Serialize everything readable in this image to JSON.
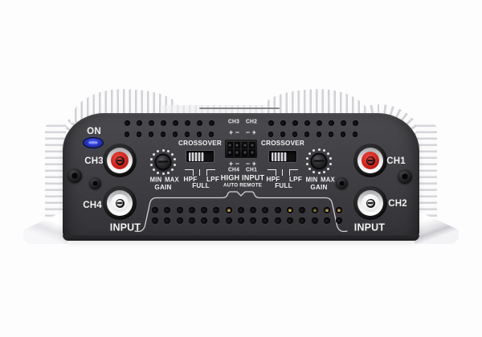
{
  "device": {
    "power_label": "ON",
    "left": {
      "rca_top_label": "CH3",
      "rca_bottom_label": "CH4",
      "input_label": "INPUT",
      "gain": {
        "min": "MIN",
        "max": "MAX",
        "label": "GAIN"
      },
      "crossover": {
        "title": "CROSSOVER",
        "hpf": "HPF",
        "full": "FULL",
        "lpf": "LPF"
      }
    },
    "right": {
      "rca_top_label": "CH1",
      "rca_bottom_label": "CH2",
      "input_label": "INPUT",
      "gain": {
        "min": "MIN",
        "max": "MAX",
        "label": "GAIN"
      },
      "crossover": {
        "title": "CROSSOVER",
        "hpf": "HPF",
        "full": "FULL",
        "lpf": "LPF"
      }
    },
    "high_input": {
      "top_left_channel": "CH3",
      "top_right_channel": "CH2",
      "top_polarity": "+ −   − +",
      "bottom_polarity": "+ −   − +",
      "bottom_left_channel": "CH4",
      "bottom_right_channel": "CH1",
      "title": "HIGH INPUT",
      "subtitle": "AUTO REMOTE"
    },
    "colors": {
      "panel": "#3f3f42",
      "led_blue": "#2836c8",
      "rca_red": "#cf241d",
      "rca_white": "#f4f4f4",
      "heatsink": "#f2f2f3",
      "pin_gold": "#c9a24a",
      "label_text": "#f2f2f2"
    }
  }
}
